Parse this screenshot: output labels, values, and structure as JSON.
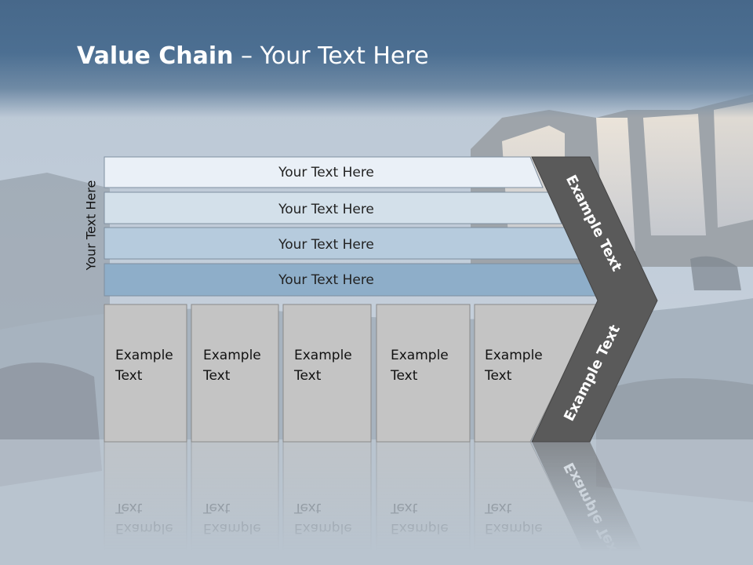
{
  "title": {
    "bold": "Value Chain",
    "rest": " – Your Text Here"
  },
  "side_label": "Your Text Here",
  "rows": [
    {
      "label": "Your Text Here",
      "color": "#eaf0f7"
    },
    {
      "label": "Your Text Here",
      "color": "#d3e0ea"
    },
    {
      "label": "Your Text Here",
      "color": "#b6cbdd"
    },
    {
      "label": "Your Text Here",
      "color": "#8eaec9"
    }
  ],
  "cells": [
    {
      "line1": "Example",
      "line2": "Text"
    },
    {
      "line1": "Example",
      "line2": "Text"
    },
    {
      "line1": "Example",
      "line2": "Text"
    },
    {
      "line1": "Example",
      "line2": "Text"
    },
    {
      "line1": "Example",
      "line2": "Text"
    }
  ],
  "chevron": {
    "top_label": "Example Text",
    "bottom_label": "Example Text",
    "color": "#5a5a5a"
  }
}
